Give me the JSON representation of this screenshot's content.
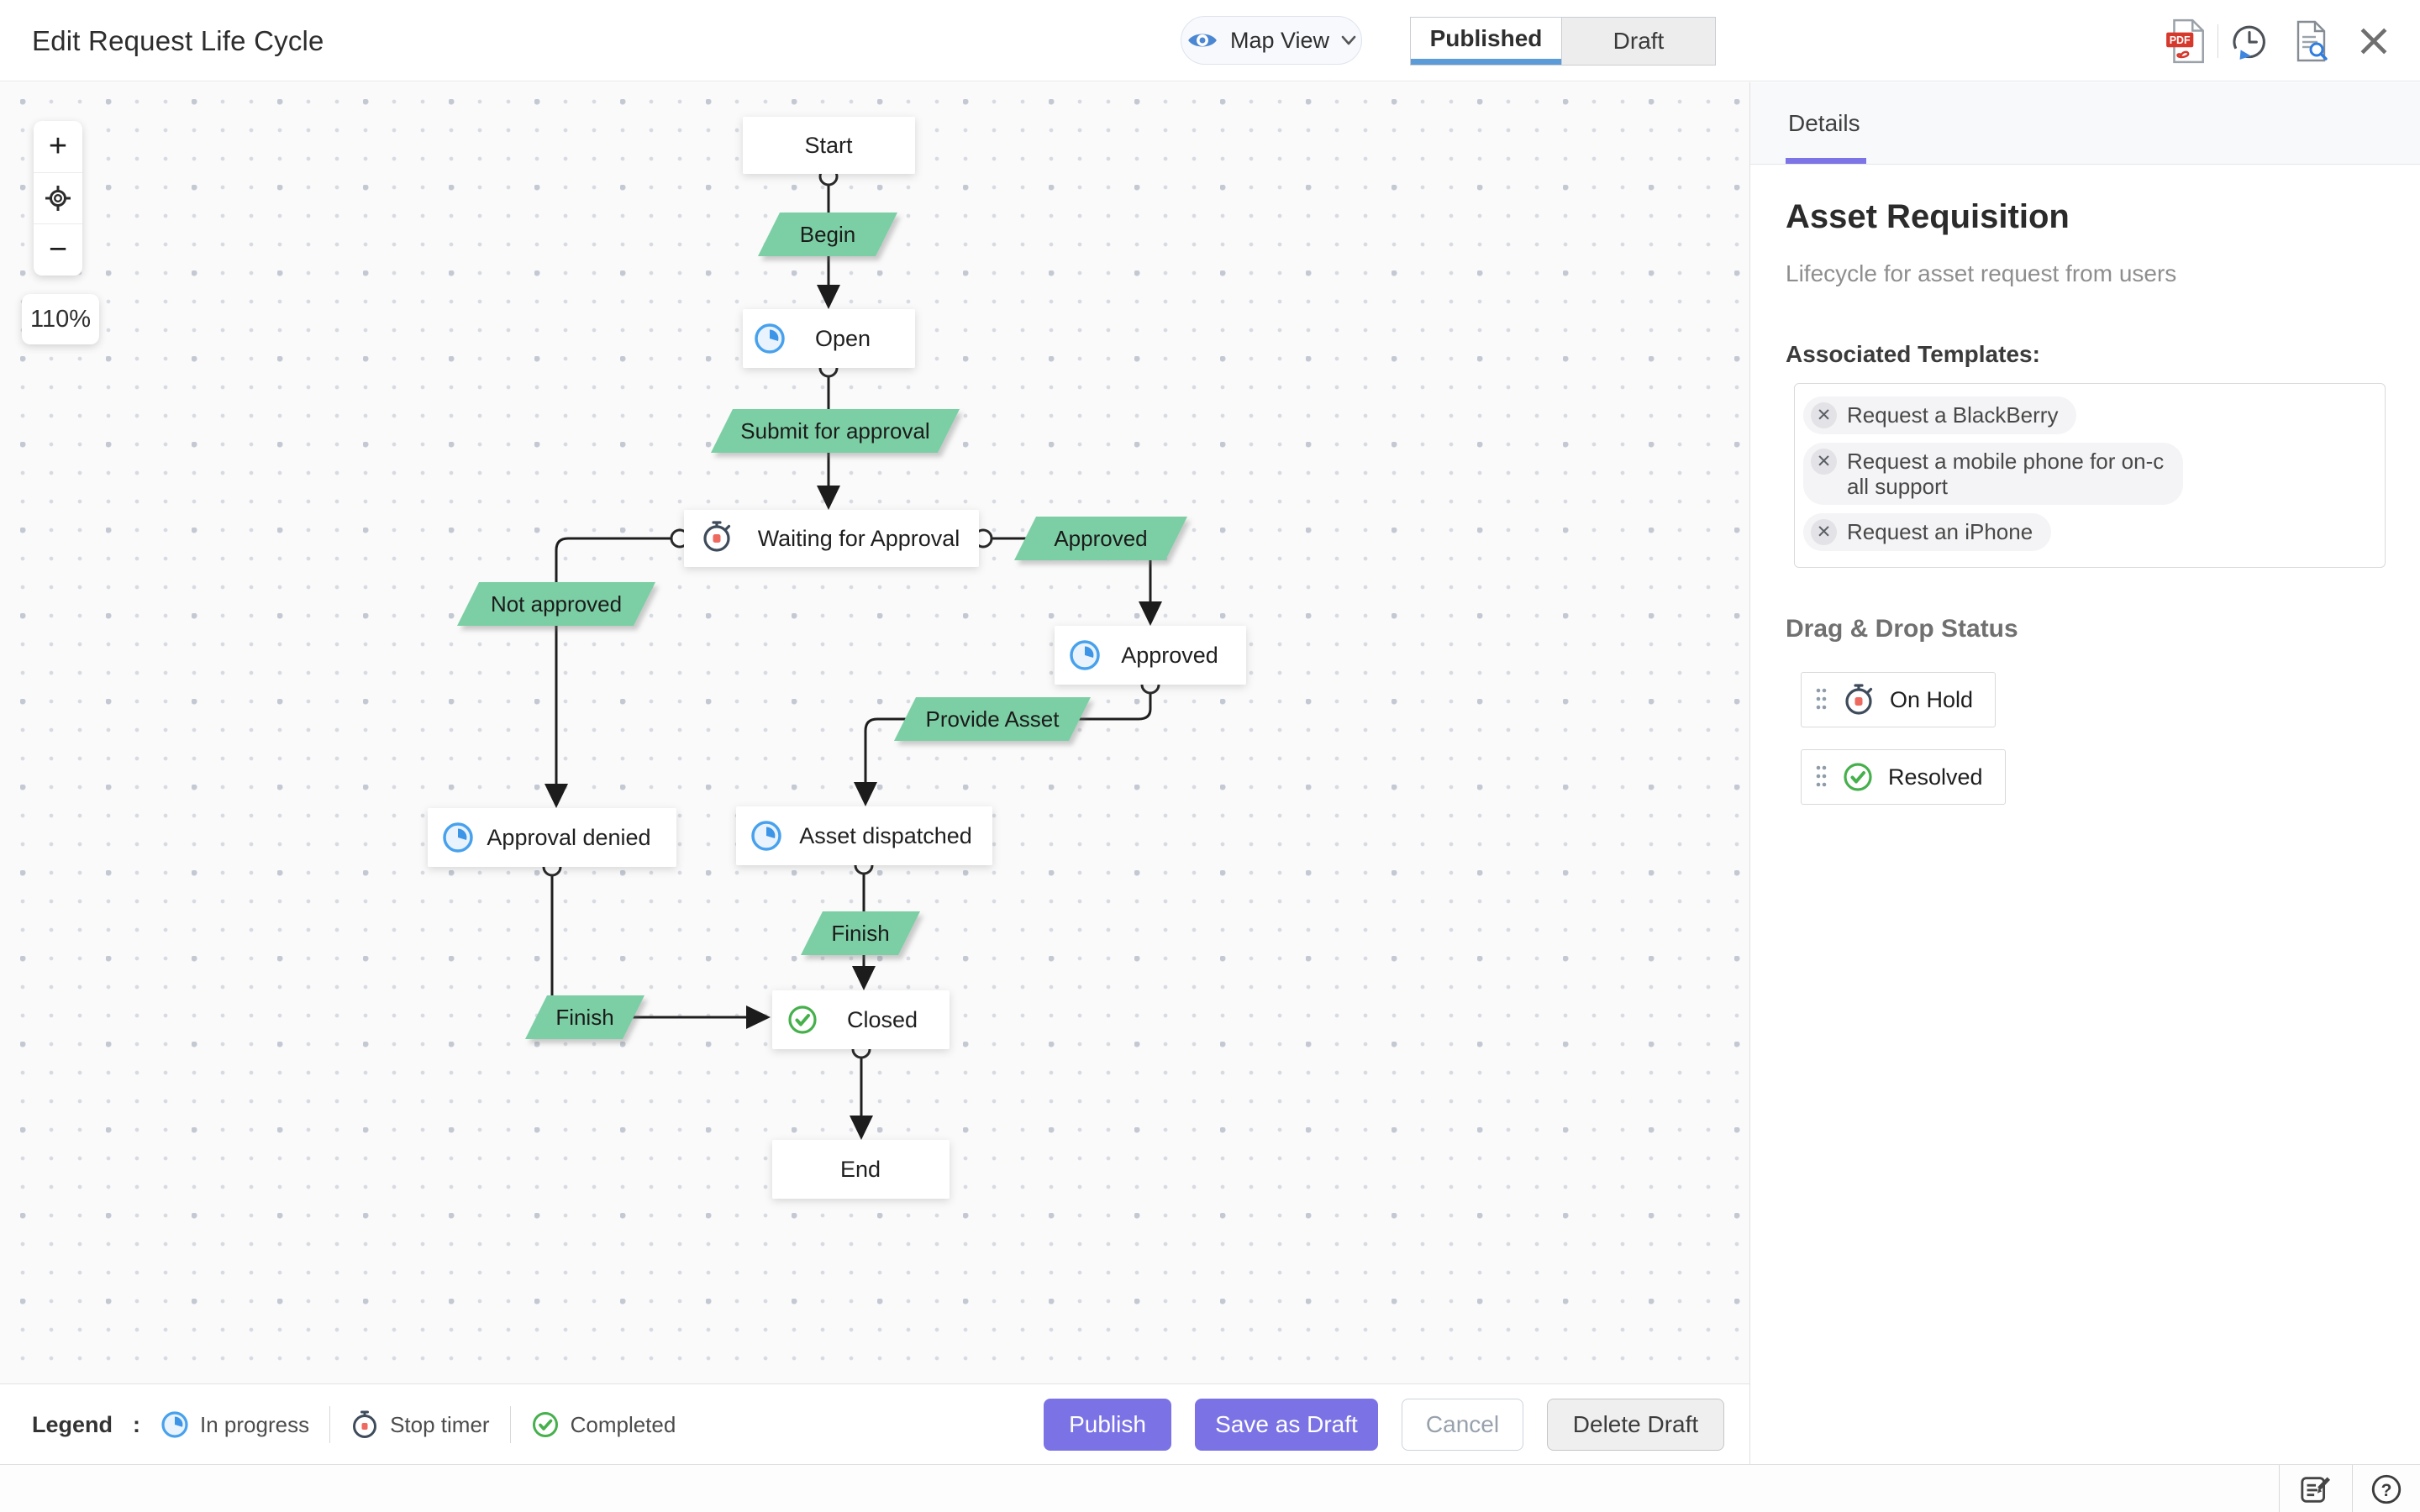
{
  "header": {
    "title": "Edit Request Life Cycle",
    "view_selector": {
      "label": "Map View"
    },
    "tabs": {
      "published": "Published",
      "draft": "Draft"
    }
  },
  "canvas": {
    "zoom_level": "110%",
    "flowchart": {
      "nodes": [
        {
          "label": "Start",
          "icon": "none"
        },
        {
          "label": "Open",
          "icon": "in-progress"
        },
        {
          "label": "Waiting for Approval",
          "icon": "stop-timer"
        },
        {
          "label": "Approved",
          "icon": "in-progress"
        },
        {
          "label": "Approval denied",
          "icon": "in-progress"
        },
        {
          "label": "Asset dispatched",
          "icon": "in-progress"
        },
        {
          "label": "Closed",
          "icon": "completed"
        },
        {
          "label": "End",
          "icon": "none"
        }
      ],
      "transitions": [
        {
          "label": "Begin"
        },
        {
          "label": "Submit for approval"
        },
        {
          "label": "Approved"
        },
        {
          "label": "Not approved"
        },
        {
          "label": "Provide Asset"
        },
        {
          "label": "Finish"
        },
        {
          "label": "Finish"
        }
      ],
      "colors": {
        "transition_fill": "#7bcfa4",
        "edge": "#1e1e1e",
        "in_progress_blue": "#47a1ed",
        "completed_green": "#45b04c",
        "stop_timer_red": "#ee6a60"
      }
    }
  },
  "details_panel": {
    "tab": "Details",
    "name": "Asset Requisition",
    "description": "Lifecycle for asset request from users",
    "associated_templates_label": "Associated Templates:",
    "templates": [
      "Request a BlackBerry",
      "Request a mobile phone for on-call support",
      "Request an iPhone"
    ],
    "drag_drop_label": "Drag & Drop Status",
    "statuses": [
      {
        "label": "On Hold",
        "icon": "stop-timer"
      },
      {
        "label": "Resolved",
        "icon": "completed"
      }
    ]
  },
  "footer": {
    "legend_label": "Legend",
    "legend_colon": ":",
    "legend_items": [
      {
        "label": "In progress",
        "icon": "in-progress"
      },
      {
        "label": "Stop timer",
        "icon": "stop-timer"
      },
      {
        "label": "Completed",
        "icon": "completed"
      }
    ],
    "buttons": {
      "publish": "Publish",
      "save_draft": "Save as Draft",
      "cancel": "Cancel",
      "delete_draft": "Delete Draft"
    }
  }
}
